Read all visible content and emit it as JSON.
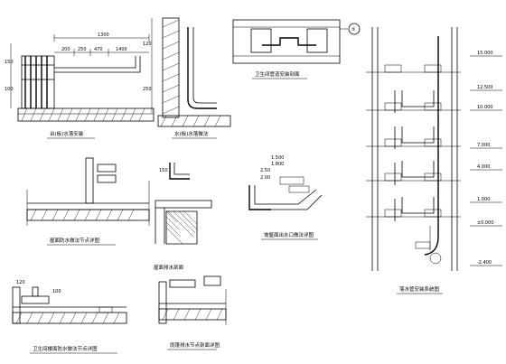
{
  "captions": {
    "detail1": "台(板)水落安装",
    "detail2": "水(板)水落做法",
    "detail3": "屋面防水做法节点详图",
    "detail4": "屋面排水剖面",
    "detail5": "卫生间楼面防水做法节点详图",
    "detail6": "雨篷排水节点剖面详图",
    "detail7": "卫生间管道安装剖面",
    "detail8": "坡屋面出水口做法详图",
    "detail9": "落水管安装系统图"
  },
  "dims": {
    "d1": "1300",
    "d2": "200",
    "d3": "250",
    "d4": "470",
    "d5": "1400",
    "d6": "150",
    "d7": "100",
    "d8": "120",
    "d9": "250",
    "d10": "150",
    "d11": "2.50",
    "d12": "2.00",
    "d13": "120",
    "d14": "100",
    "d15": "1.500",
    "d16": "1.800"
  },
  "levels": [
    "15.000",
    "12.500",
    "10.000",
    "7.000",
    "4.000",
    "1.000",
    "±0.000",
    "-2.400"
  ],
  "callout": "⑤"
}
